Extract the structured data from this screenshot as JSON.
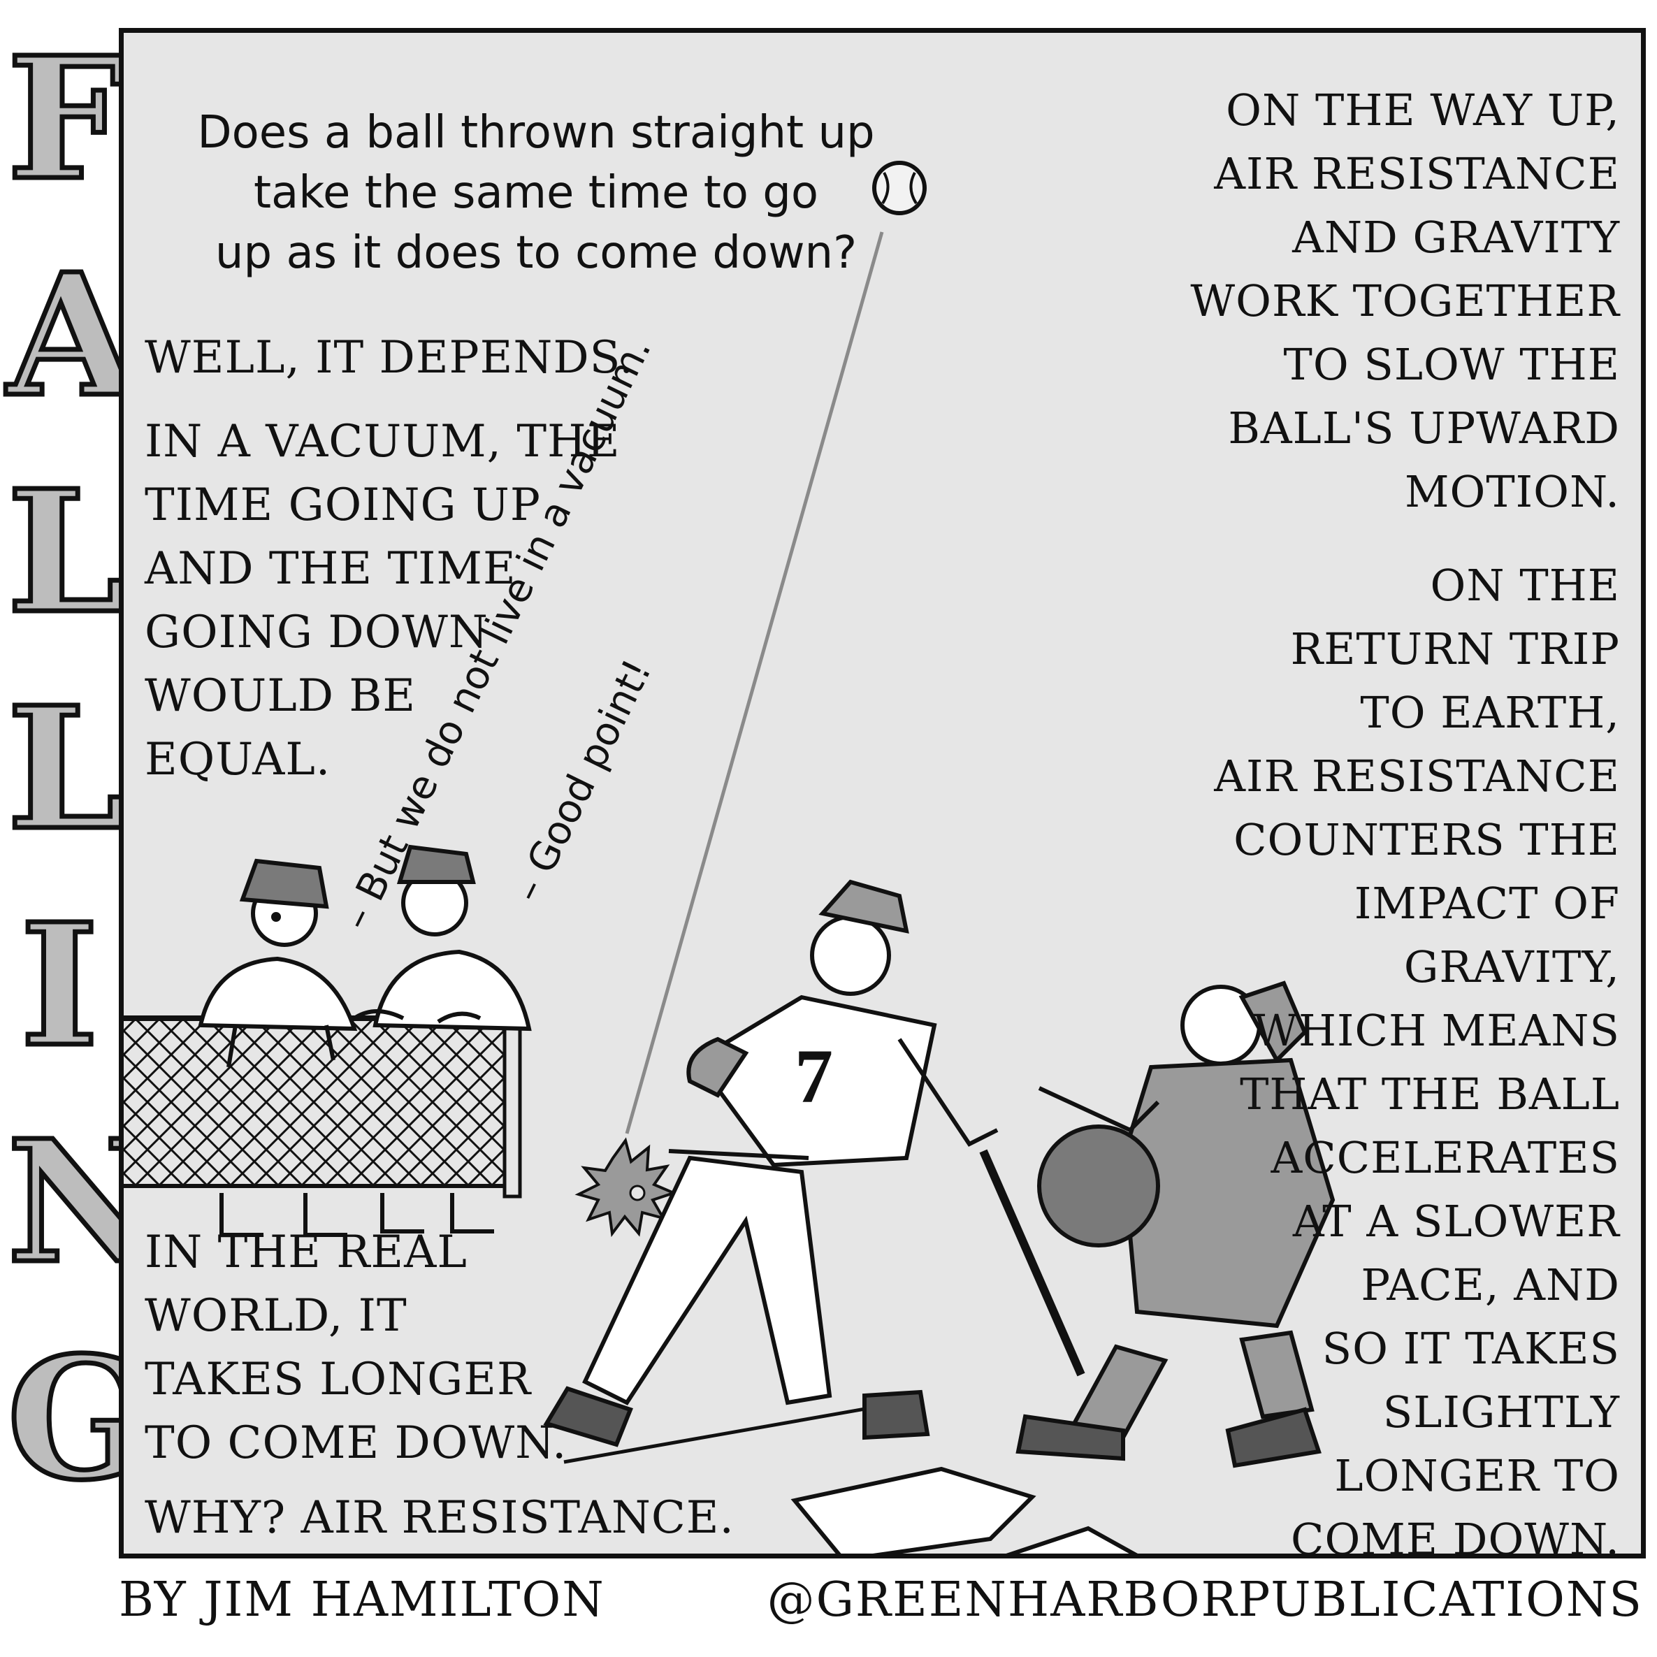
{
  "title_letters": [
    "F",
    "A",
    "L",
    "L",
    "I",
    "N",
    "G"
  ],
  "question": [
    "Does a ball thrown straight up",
    "take the same time to go",
    "up as it does to come down?"
  ],
  "answer_intro": "WELL, IT DEPENDS.",
  "vacuum_text": [
    "IN A VACUUM, THE",
    "TIME GOING UP",
    "AND THE TIME",
    "GOING DOWN",
    "WOULD BE",
    "EQUAL."
  ],
  "real_world_text": [
    "IN THE REAL",
    "WORLD, IT",
    "TAKES LONGER",
    "TO COME DOWN."
  ],
  "why_text": "WHY? AIR RESISTANCE.",
  "right_top_text": [
    "ON THE WAY UP,",
    "AIR RESISTANCE",
    "AND GRAVITY",
    "WORK TOGETHER",
    "TO SLOW THE",
    "BALL'S UPWARD",
    "MOTION."
  ],
  "right_bottom_text": [
    "ON THE",
    "RETURN TRIP",
    "TO EARTH,",
    "AIR RESISTANCE",
    "COUNTERS THE",
    "IMPACT OF",
    "GRAVITY,",
    "WHICH MEANS",
    "THAT THE BALL",
    "ACCELERATES",
    "AT A SLOWER",
    "PACE, AND",
    "SO IT TAKES",
    "SLIGHTLY",
    "LONGER TO",
    "COME DOWN."
  ],
  "dialogue_1": "– But we do not live in a vacuum.",
  "dialogue_2": "– Good point!",
  "jersey_number": "7",
  "byline": "BY JIM HAMILTON",
  "handle": "@GREENHARBORPUBLICATIONS",
  "colors": {
    "panel_bg": "#e6e6e6",
    "ink": "#111111",
    "title_fill": "#bdbdbd",
    "gray_mid": "#9a9a9a",
    "gray_dark": "#7a7a7a"
  }
}
